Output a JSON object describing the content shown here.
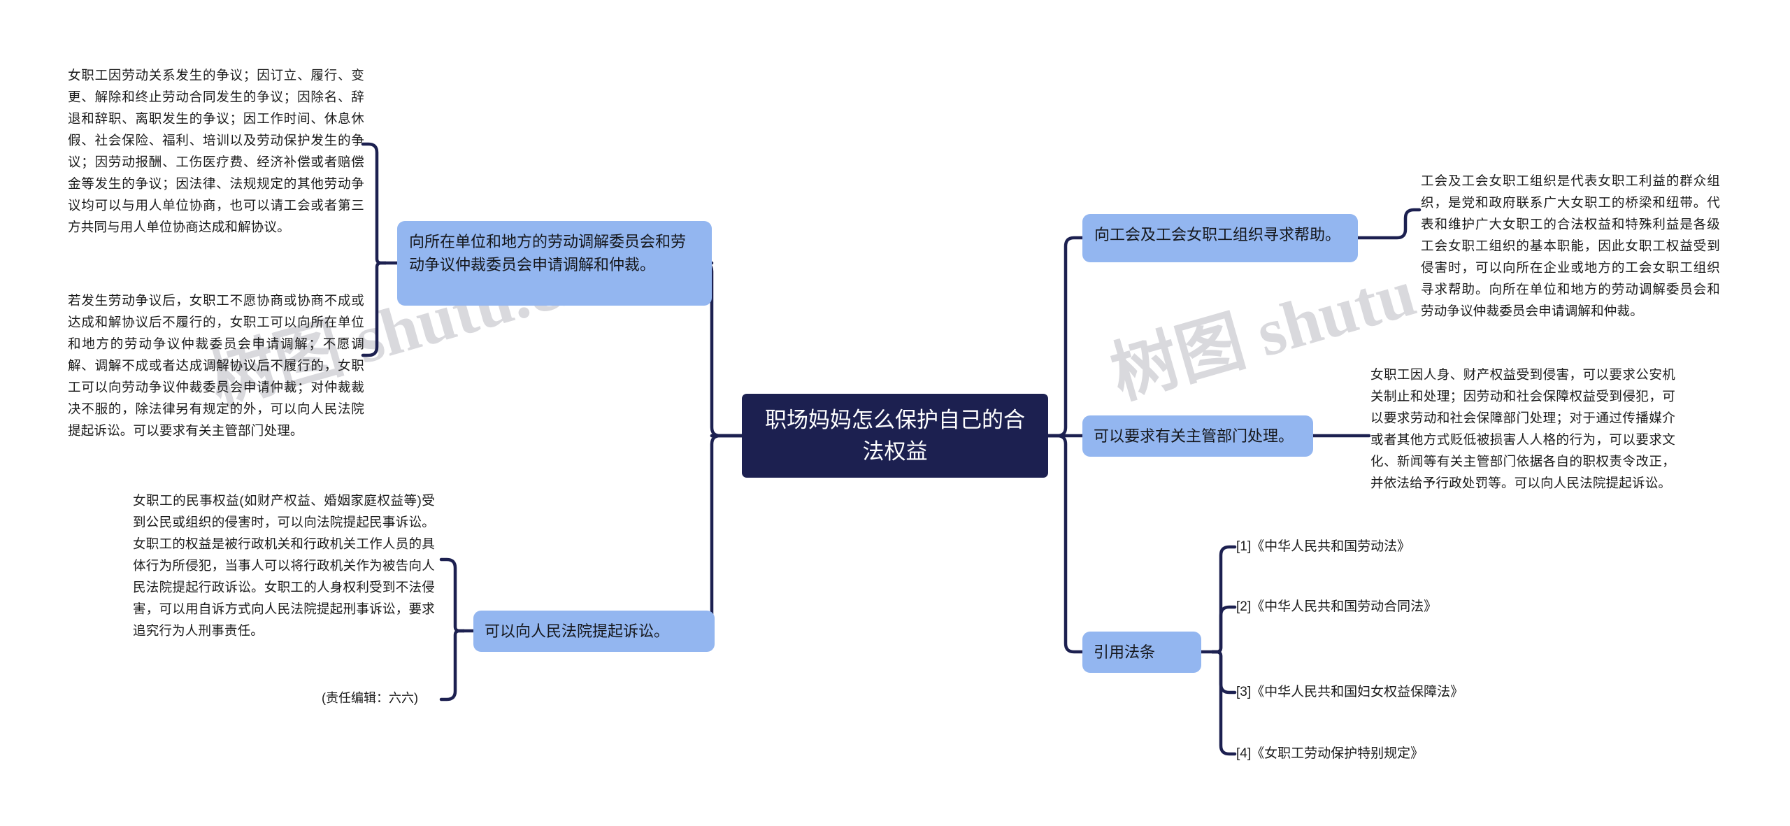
{
  "diagram": {
    "title": "职场妈妈怎么保护自己的合法权益",
    "watermark_left": "树图 shutu.cn",
    "watermark_right": "树图 shutu",
    "accent_branch_color": "#93b6f0",
    "root_color": "#1c2050",
    "connector_color": "#1c2050"
  },
  "left": {
    "branches": [
      {
        "label": "向所在单位和地方的劳动调解委员会和劳动争议仲裁委员会申请调解和仲裁。",
        "details": [
          "女职工因劳动关系发生的争议；因订立、履行、变更、解除和终止劳动合同发生的争议；因除名、辞退和辞职、离职发生的争议；因工作时间、休息休假、社会保险、福利、培训以及劳动保护发生的争议；因劳动报酬、工伤医疗费、经济补偿或者赔偿金等发生的争议；因法律、法规规定的其他劳动争议均可以与用人单位协商，也可以请工会或者第三方共同与用人单位协商达成和解协议。",
          "若发生劳动争议后，女职工不愿协商或协商不成或达成和解协议后不履行的，女职工可以向所在单位和地方的劳动争议仲裁委员会申请调解；不愿调解、调解不成或者达成调解协议后不履行的，女职工可以向劳动争议仲裁委员会申请仲裁；对仲裁裁决不服的，除法律另有规定的外，可以向人民法院提起诉讼。可以要求有关主管部门处理。"
        ]
      },
      {
        "label": "可以向人民法院提起诉讼。",
        "details": [
          "女职工的民事权益(如财产权益、婚姻家庭权益等)受到公民或组织的侵害时，可以向法院提起民事诉讼。女职工的权益是被行政机关和行政机关工作人员的具体行为所侵犯，当事人可以将行政机关作为被告向人民法院提起行政诉讼。女职工的人身权利受到不法侵害，可以用自诉方式向人民法院提起刑事诉讼，要求追究行为人刑事责任。"
        ],
        "credit": "(责任编辑：六六)"
      }
    ]
  },
  "right": {
    "branches": [
      {
        "label": "向工会及工会女职工组织寻求帮助。",
        "details": [
          "工会及工会女职工组织是代表女职工利益的群众组织，是党和政府联系广大女职工的桥梁和纽带。代表和维护广大女职工的合法权益和特殊利益是各级工会女职工组织的基本职能，因此女职工权益受到侵害时，可以向所在企业或地方的工会女职工组织寻求帮助。向所在单位和地方的劳动调解委员会和劳动争议仲裁委员会申请调解和仲裁。"
        ]
      },
      {
        "label": "可以要求有关主管部门处理。",
        "details": [
          "女职工因人身、财产权益受到侵害，可以要求公安机关制止和处理；因劳动和社会保障权益受到侵犯，可以要求劳动和社会保障部门处理；对于通过传播媒介或者其他方式贬低被损害人人格的行为，可以要求文化、新闻等有关主管部门依据各自的职权责令改正，并依法给予行政处罚等。可以向人民法院提起诉讼。"
        ]
      },
      {
        "label": "引用法条",
        "laws": [
          "[1]《中华人民共和国劳动法》",
          "[2]《中华人民共和国劳动合同法》",
          "[3]《中华人民共和国妇女权益保障法》",
          "[4]《女职工劳动保护特别规定》"
        ]
      }
    ]
  }
}
